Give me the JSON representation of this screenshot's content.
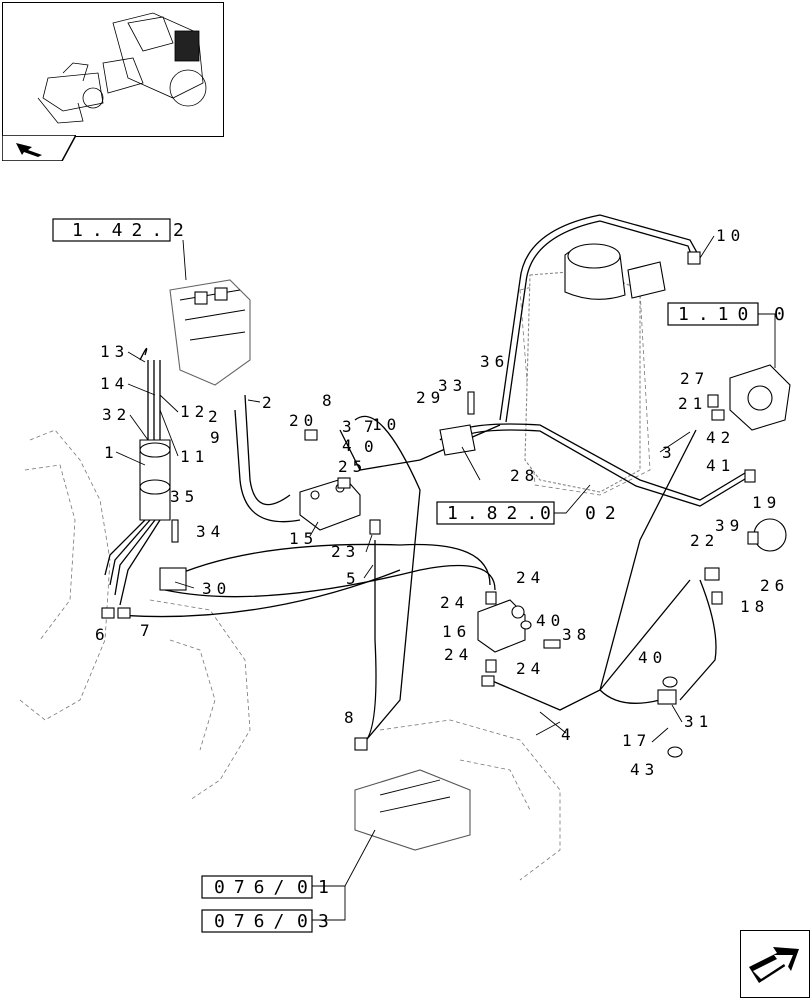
{
  "references": {
    "r1": "1.42.",
    "r1_suffix": "2",
    "r2": "1.10",
    "r2_suffix": "0",
    "r3": "1.82.",
    "r3_suffix1": "0",
    "r3_suffix2": "02",
    "r4": "076/",
    "r4_suffix1": "0",
    "r4_suffix2": "1",
    "r5": "076/",
    "r5_suffix1": "0",
    "r5_suffix2": "3"
  },
  "callouts": [
    {
      "id": "c13",
      "text": "13"
    },
    {
      "id": "c14",
      "text": "14"
    },
    {
      "id": "c32",
      "text": "32"
    },
    {
      "id": "c12",
      "text": "12"
    },
    {
      "id": "c11",
      "text": "11"
    },
    {
      "id": "c1",
      "text": "1"
    },
    {
      "id": "c2a",
      "text": "2"
    },
    {
      "id": "c9",
      "text": "9"
    },
    {
      "id": "c2b",
      "text": "2"
    },
    {
      "id": "c20",
      "text": "20"
    },
    {
      "id": "c8a",
      "text": "8"
    },
    {
      "id": "c3a",
      "text": "3"
    },
    {
      "id": "c4a",
      "text": "4"
    },
    {
      "id": "c7a",
      "text": "7"
    },
    {
      "id": "c10a",
      "text": "10"
    },
    {
      "id": "c0a",
      "text": "0"
    },
    {
      "id": "c25",
      "text": "25"
    },
    {
      "id": "c35",
      "text": "35"
    },
    {
      "id": "c34",
      "text": "34"
    },
    {
      "id": "c15",
      "text": "15"
    },
    {
      "id": "c23",
      "text": "23"
    },
    {
      "id": "c30",
      "text": "30"
    },
    {
      "id": "c6",
      "text": "6"
    },
    {
      "id": "c7b",
      "text": "7"
    },
    {
      "id": "c5",
      "text": "5"
    },
    {
      "id": "c8b",
      "text": "8"
    },
    {
      "id": "c29",
      "text": "29"
    },
    {
      "id": "c33",
      "text": "33"
    },
    {
      "id": "c36",
      "text": "36"
    },
    {
      "id": "c28",
      "text": "28"
    },
    {
      "id": "c10b",
      "text": "10"
    },
    {
      "id": "c27",
      "text": "27"
    },
    {
      "id": "c21",
      "text": "21"
    },
    {
      "id": "c42",
      "text": "42"
    },
    {
      "id": "c3b",
      "text": "3"
    },
    {
      "id": "c41",
      "text": "41"
    },
    {
      "id": "c19",
      "text": "19"
    },
    {
      "id": "c22",
      "text": "22"
    },
    {
      "id": "c39",
      "text": "39"
    },
    {
      "id": "c26",
      "text": "26"
    },
    {
      "id": "c18",
      "text": "18"
    },
    {
      "id": "c24a",
      "text": "24"
    },
    {
      "id": "c24b",
      "text": "24"
    },
    {
      "id": "c16",
      "text": "16"
    },
    {
      "id": "c40a",
      "text": "40"
    },
    {
      "id": "c38",
      "text": "38"
    },
    {
      "id": "c24c",
      "text": "24"
    },
    {
      "id": "c24d",
      "text": "24"
    },
    {
      "id": "c4b",
      "text": "4"
    },
    {
      "id": "c40b",
      "text": "40"
    },
    {
      "id": "c31",
      "text": "31"
    },
    {
      "id": "c17",
      "text": "17"
    },
    {
      "id": "c43",
      "text": "43"
    }
  ],
  "icons": {
    "thumbnail": "tractor-overview-thumbnail",
    "tab": "nav-arrow-tab-icon",
    "next": "next-page-arrow-icon"
  }
}
